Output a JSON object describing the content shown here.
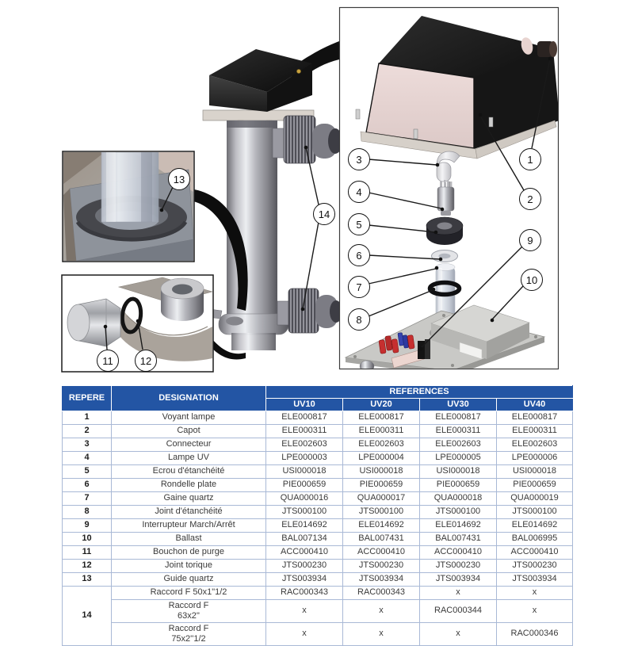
{
  "callouts": {
    "c1": "1",
    "c2": "2",
    "c3": "3",
    "c4": "4",
    "c5": "5",
    "c6": "6",
    "c7": "7",
    "c8": "8",
    "c9": "9",
    "c10": "10",
    "c11": "11",
    "c12": "12",
    "c13": "13",
    "c14": "14"
  },
  "table": {
    "header": {
      "repere": "REPERE",
      "designation": "DESIGNATION",
      "references": "REFERENCES",
      "models": [
        "UV10",
        "UV20",
        "UV30",
        "UV40"
      ]
    },
    "rows": [
      {
        "repere": "1",
        "designation": "Voyant lampe",
        "refs": [
          "ELE000817",
          "ELE000817",
          "ELE000817",
          "ELE000817"
        ]
      },
      {
        "repere": "2",
        "designation": "Capot",
        "refs": [
          "ELE000311",
          "ELE000311",
          "ELE000311",
          "ELE000311"
        ]
      },
      {
        "repere": "3",
        "designation": "Connecteur",
        "refs": [
          "ELE002603",
          "ELE002603",
          "ELE002603",
          "ELE002603"
        ]
      },
      {
        "repere": "4",
        "designation": "Lampe UV",
        "refs": [
          "LPE000003",
          "LPE000004",
          "LPE000005",
          "LPE000006"
        ]
      },
      {
        "repere": "5",
        "designation": "Ecrou d'étanchéité",
        "refs": [
          "USI000018",
          "USI000018",
          "USI000018",
          "USI000018"
        ]
      },
      {
        "repere": "6",
        "designation": "Rondelle plate",
        "refs": [
          "PIE000659",
          "PIE000659",
          "PIE000659",
          "PIE000659"
        ]
      },
      {
        "repere": "7",
        "designation": "Gaine quartz",
        "refs": [
          "QUA000016",
          "QUA000017",
          "QUA000018",
          "QUA000019"
        ]
      },
      {
        "repere": "8",
        "designation": "Joint d'étanchéité",
        "refs": [
          "JTS000100",
          "JTS000100",
          "JTS000100",
          "JTS000100"
        ]
      },
      {
        "repere": "9",
        "designation": "Interrupteur March/Arrêt",
        "refs": [
          "ELE014692",
          "ELE014692",
          "ELE014692",
          "ELE014692"
        ]
      },
      {
        "repere": "10",
        "designation": "Ballast",
        "refs": [
          "BAL007134",
          "BAL007431",
          "BAL007431",
          "BAL006995"
        ]
      },
      {
        "repere": "11",
        "designation": "Bouchon de purge",
        "refs": [
          "ACC000410",
          "ACC000410",
          "ACC000410",
          "ACC000410"
        ]
      },
      {
        "repere": "12",
        "designation": "Joint torique",
        "refs": [
          "JTS000230",
          "JTS000230",
          "JTS000230",
          "JTS000230"
        ]
      },
      {
        "repere": "13",
        "designation": "Guide quartz",
        "refs": [
          "JTS003934",
          "JTS003934",
          "JTS003934",
          "JTS003934"
        ]
      },
      {
        "repere": "14",
        "designation": "Raccord F 50x1\"1/2",
        "refs": [
          "RAC000343",
          "RAC000343",
          "x",
          "x"
        ]
      },
      {
        "repere": "",
        "designation": "Raccord F\n63x2''",
        "refs": [
          "x",
          "x",
          "RAC000344",
          "x"
        ]
      },
      {
        "repere": "",
        "designation": "Raccord F\n75x2''1/2",
        "refs": [
          "x",
          "x",
          "x",
          "RAC000346"
        ]
      }
    ]
  }
}
